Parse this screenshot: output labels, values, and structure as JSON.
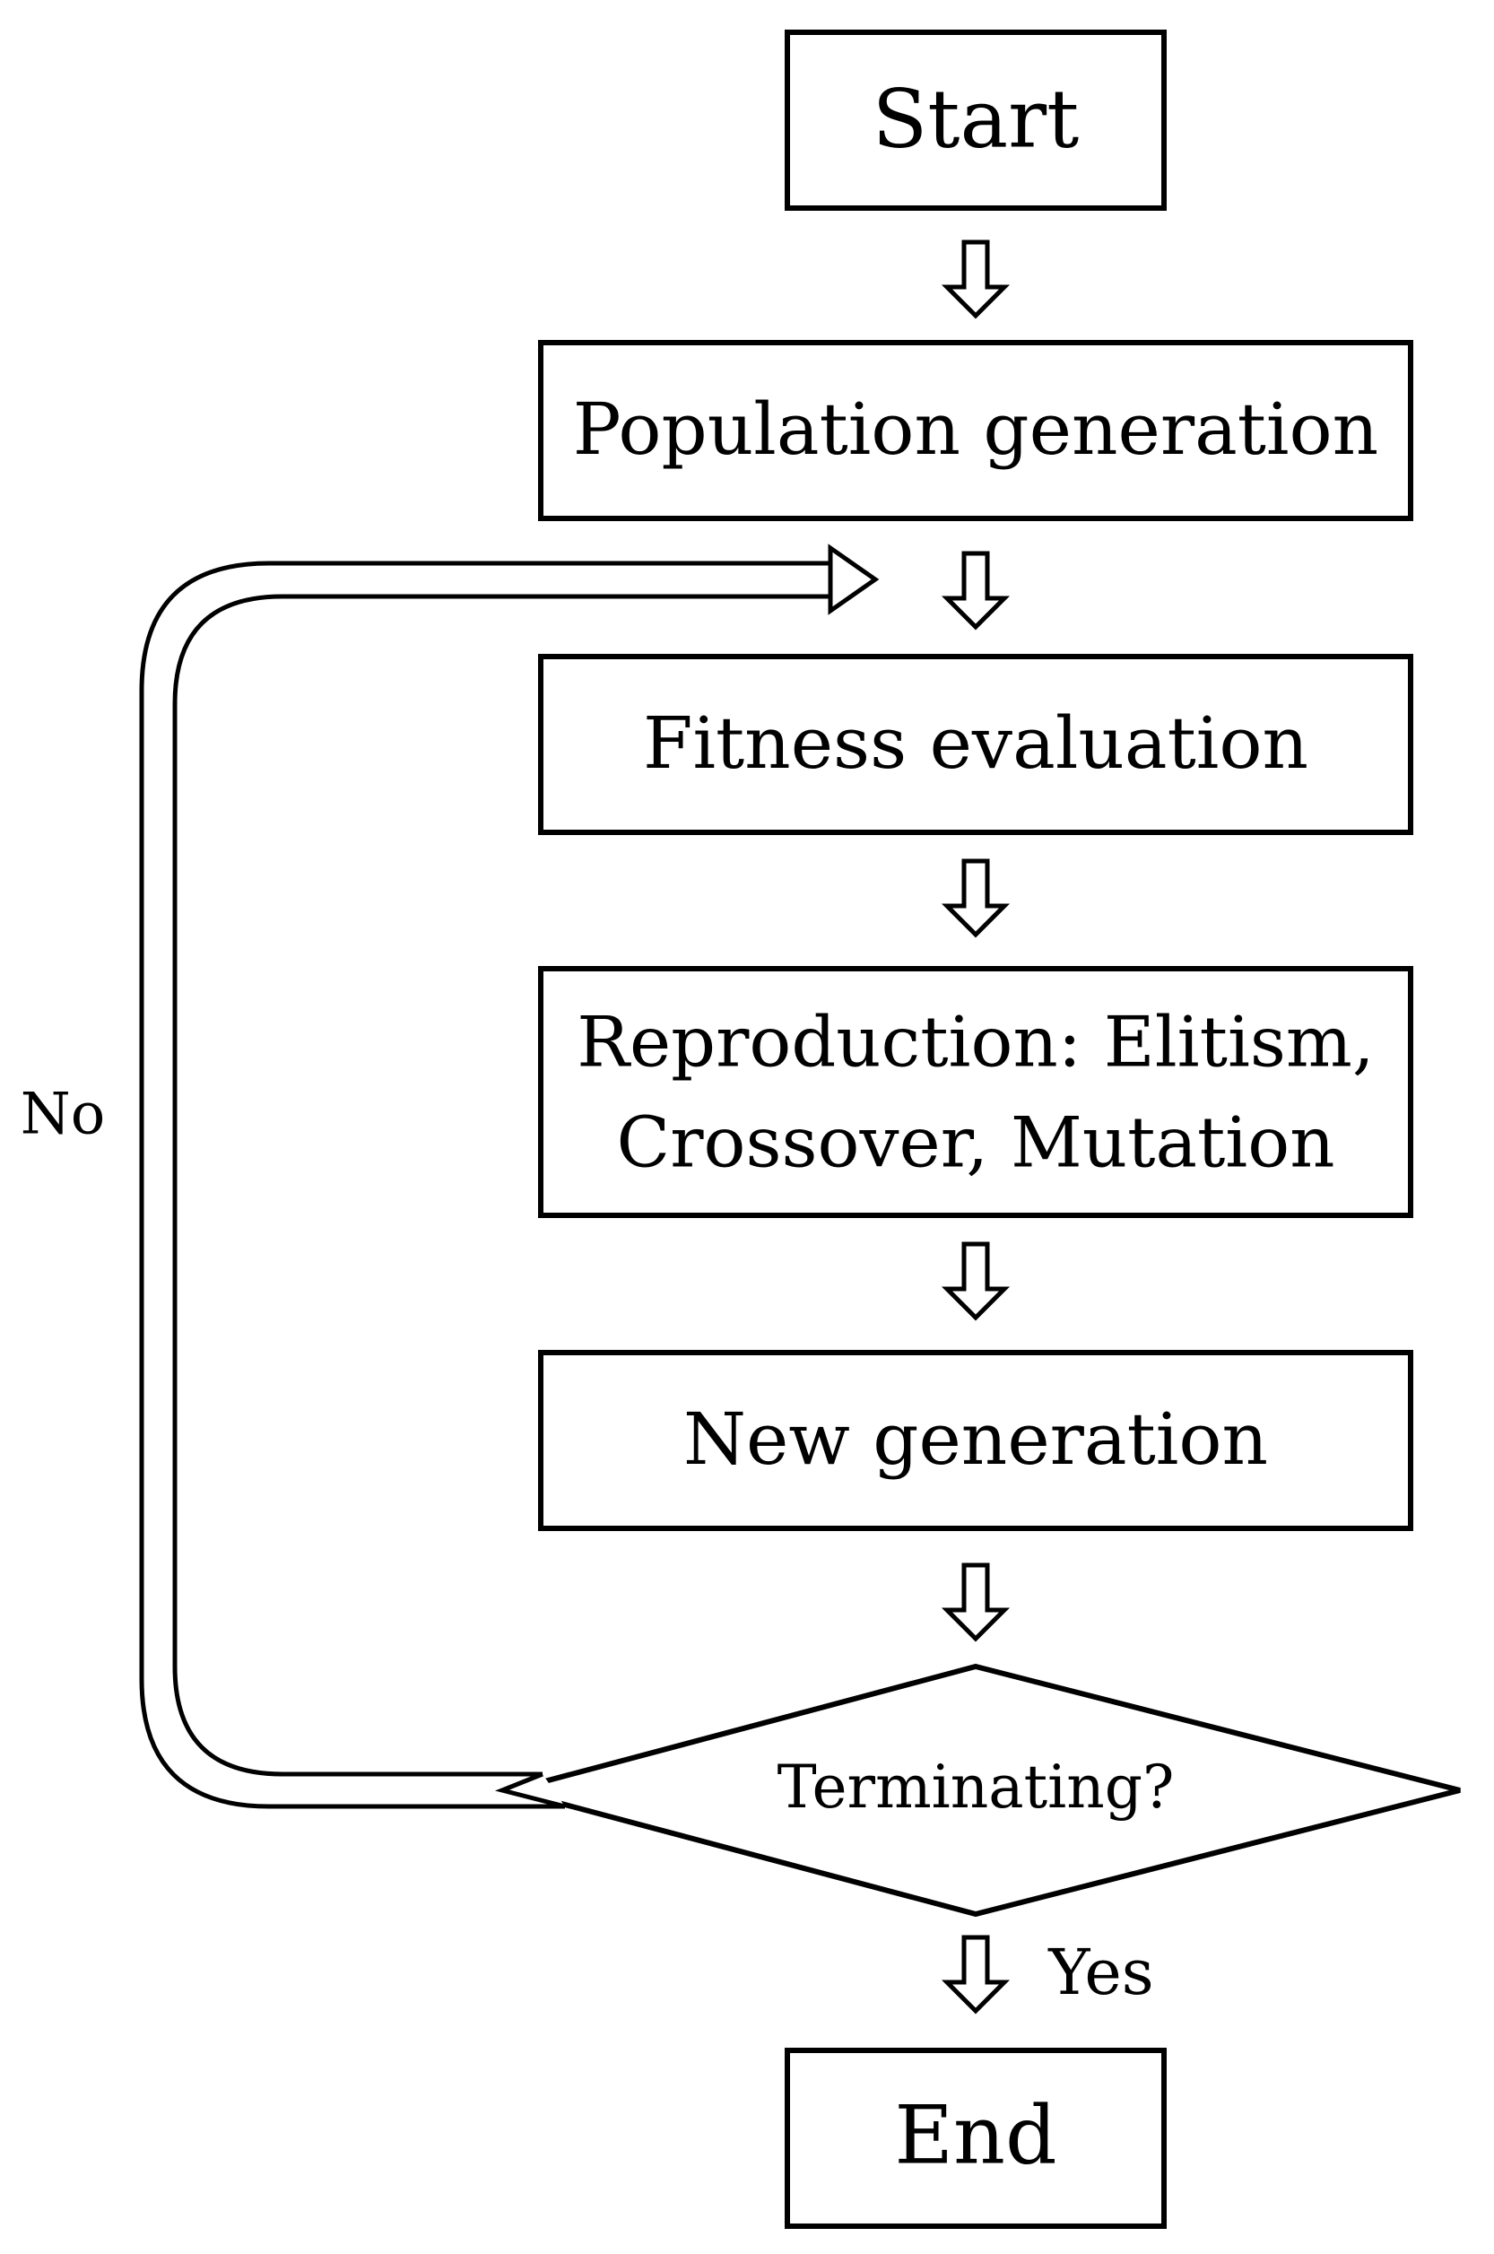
{
  "nodes": {
    "start": "Start",
    "population": "Population generation",
    "fitness": "Fitness evaluation",
    "reproduction_line1": "Reproduction: Elitism,",
    "reproduction_line2": "Crossover, Mutation",
    "new_generation": "New generation",
    "decision": "Terminating?",
    "end": "End"
  },
  "edges": {
    "no_label": "No",
    "yes_label": "Yes"
  },
  "colors": {
    "stroke": "#000000",
    "fill": "#ffffff"
  }
}
